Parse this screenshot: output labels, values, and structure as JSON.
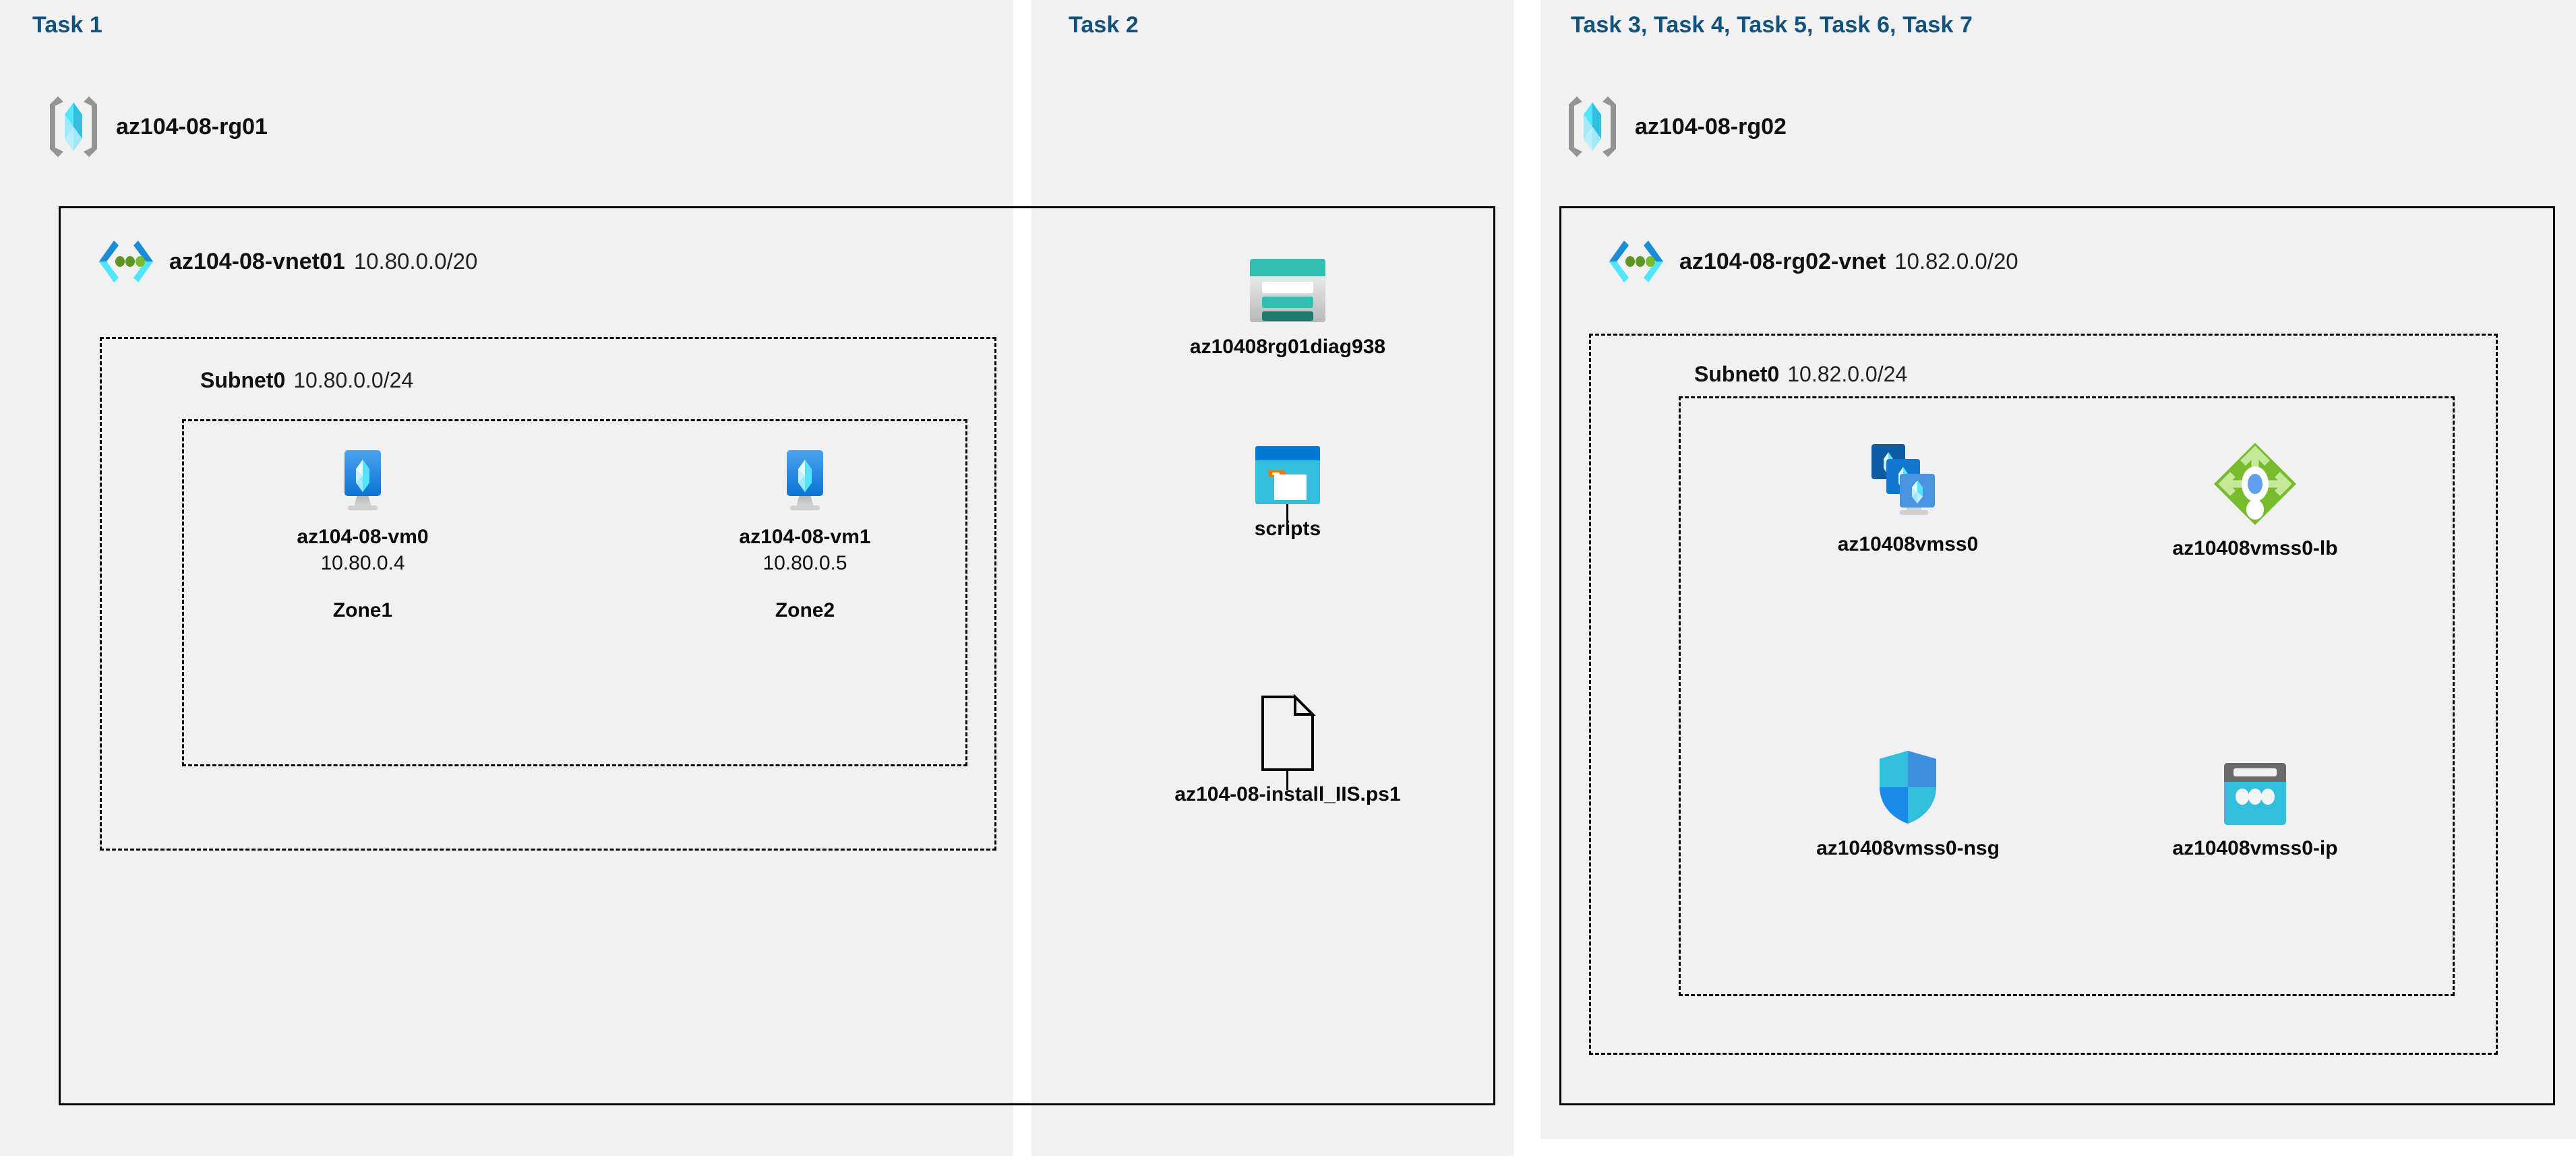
{
  "diagram": {
    "title": "Azure AZ-104-08 lab architecture",
    "colors": {
      "task_label": "#12537e",
      "panel_background": "#f1f1f1",
      "page_background": "#ffffff",
      "border": "#000000",
      "storage_teal": "#32bfb0",
      "storage_dark_teal": "#1f7a6f",
      "blob_blue": "#0078d4",
      "blob_light_blue": "#32bedd",
      "vm_blue": "#0078d4",
      "lb_green": "#7fba42",
      "nsg_blue": "#32bedd",
      "pip_gray": "#6b6b6b",
      "vnet_green_dot": "#5e9624",
      "rg_gray": "#949494"
    }
  },
  "panels": [
    {
      "id": "task1",
      "label": "Task 1"
    },
    {
      "id": "task2",
      "label": "Task 2"
    },
    {
      "id": "task3",
      "label": "Task 3, Task 4, Task 5, Task 6, Task 7"
    }
  ],
  "task1": {
    "label": "Task 1",
    "resource_group": {
      "name": "az104-08-rg01",
      "icon": "resource-group-icon"
    },
    "vnet": {
      "name": "az104-08-vnet01",
      "cidr": "10.80.0.0/20",
      "icon": "virtual-network-icon"
    },
    "subnet": {
      "name": "Subnet0",
      "cidr": "10.80.0.0/24"
    },
    "vms": [
      {
        "name": "az104-08-vm0",
        "ip": "10.80.0.4",
        "zone": "Zone1",
        "icon": "virtual-machine-icon"
      },
      {
        "name": "az104-08-vm1",
        "ip": "10.80.0.5",
        "zone": "Zone2",
        "icon": "virtual-machine-icon"
      }
    ]
  },
  "task2": {
    "label": "Task 2",
    "nodes": [
      {
        "name": "az10408rg01diag938",
        "icon": "storage-account-icon"
      },
      {
        "name": "scripts",
        "icon": "blob-container-icon"
      },
      {
        "name": "az104-08-install_IIS.ps1",
        "icon": "file-icon"
      }
    ]
  },
  "task3": {
    "label": "Task 3, Task 4, Task 5, Task 6, Task 7",
    "resource_group": {
      "name": "az104-08-rg02",
      "icon": "resource-group-icon"
    },
    "vnet": {
      "name": "az104-08-rg02-vnet",
      "cidr": "10.82.0.0/20",
      "icon": "virtual-network-icon"
    },
    "subnet": {
      "name": "Subnet0",
      "cidr": "10.82.0.0/24"
    },
    "resources": [
      {
        "name": "az10408vmss0",
        "icon": "vm-scale-set-icon"
      },
      {
        "name": "az10408vmss0-lb",
        "icon": "load-balancer-icon"
      },
      {
        "name": "az10408vmss0-nsg",
        "icon": "network-security-group-icon"
      },
      {
        "name": "az10408vmss0-ip",
        "icon": "public-ip-address-icon"
      }
    ]
  }
}
